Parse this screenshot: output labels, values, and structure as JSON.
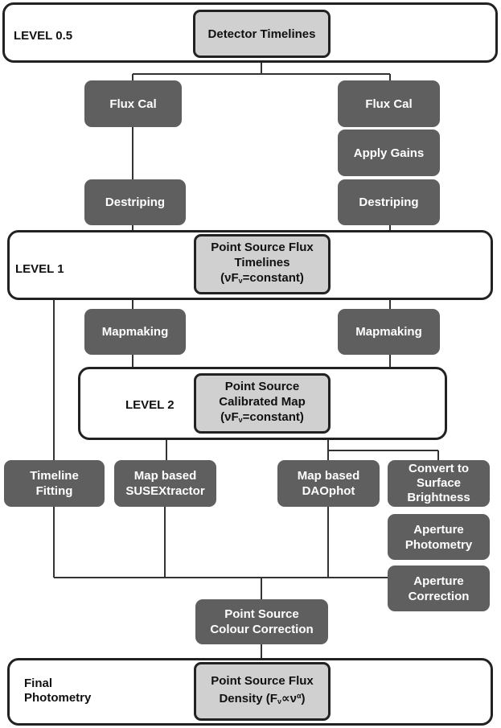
{
  "levels": {
    "l05": "LEVEL 0.5",
    "l1": "LEVEL 1",
    "l2": "LEVEL 2",
    "final_line1": "Final",
    "final_line2": "Photometry"
  },
  "nodes": {
    "detector_timelines": "Detector Timelines",
    "flux_cal_left": "Flux Cal",
    "flux_cal_right": "Flux Cal",
    "apply_gains": "Apply Gains",
    "destriping_left": "Destriping",
    "destriping_right": "Destriping",
    "ps_flux_timelines_l1": "Point Source Flux",
    "ps_flux_timelines_l2": "Timelines",
    "mapmaking_left": "Mapmaking",
    "mapmaking_right": "Mapmaking",
    "ps_calibrated_map_l1": "Point Source",
    "ps_calibrated_map_l2": "Calibrated Map",
    "timeline_fitting_l1": "Timeline",
    "timeline_fitting_l2": "Fitting",
    "susextractor_l1": "Map based",
    "susextractor_l2": "SUSEXtractor",
    "daophot_l1": "Map based",
    "daophot_l2": "DAOphot",
    "convert_l1": "Convert to",
    "convert_l2": "Surface",
    "convert_l3": "Brightness",
    "aperture_photometry_l1": "Aperture",
    "aperture_photometry_l2": "Photometry",
    "aperture_correction_l1": "Aperture",
    "aperture_correction_l2": "Correction",
    "colour_correction_l1": "Point Source",
    "colour_correction_l2": "Colour Correction",
    "final_flux_l1": "Point Source Flux",
    "final_flux_l2_pre": "Density (F",
    "final_flux_l2_post": ")"
  },
  "formula": {
    "open": "(ν",
    "F": "F",
    "nu_sub": "ν",
    "rest": "=constant)",
    "propto": "∝ν",
    "alpha": "α"
  },
  "colors": {
    "dark_box": "#5f5f5f",
    "light_box": "#d0d0d0",
    "border": "#222222",
    "line": "#333333"
  }
}
